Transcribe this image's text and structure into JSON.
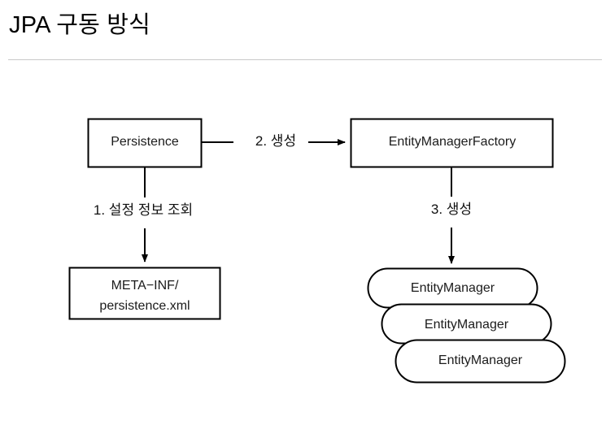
{
  "slide": {
    "title": "JPA 구동 방식",
    "background_color": "#ffffff",
    "rule_color": "#c9c9c9",
    "stroke_color": "#000000",
    "text_color": "#1b1b1b"
  },
  "diagram": {
    "nodes": {
      "persistence": {
        "label": "Persistence",
        "shape": "rectangle"
      },
      "entity_manager_factory": {
        "label": "EntityManagerFactory",
        "shape": "rectangle"
      },
      "meta_inf": {
        "label": "META−INF/\npersistence.xml",
        "line1": "META−INF/",
        "line2": "persistence.xml",
        "shape": "rectangle"
      },
      "entity_manager_1": {
        "label": "EntityManager",
        "shape": "rounded-rectangle"
      },
      "entity_manager_2": {
        "label": "EntityManager",
        "shape": "rounded-rectangle"
      },
      "entity_manager_3": {
        "label": "EntityManager",
        "shape": "rounded-rectangle"
      }
    },
    "edges": [
      {
        "id": "edge-1",
        "label": "1. 설정 정보 조회",
        "from": "persistence",
        "to": "meta_inf",
        "direction": "down"
      },
      {
        "id": "edge-2",
        "label": "2. 생성",
        "from": "persistence",
        "to": "entity_manager_factory",
        "direction": "right"
      },
      {
        "id": "edge-3",
        "label": "3. 생성",
        "from": "entity_manager_factory",
        "to": "entity_manager_1",
        "direction": "down"
      }
    ]
  }
}
